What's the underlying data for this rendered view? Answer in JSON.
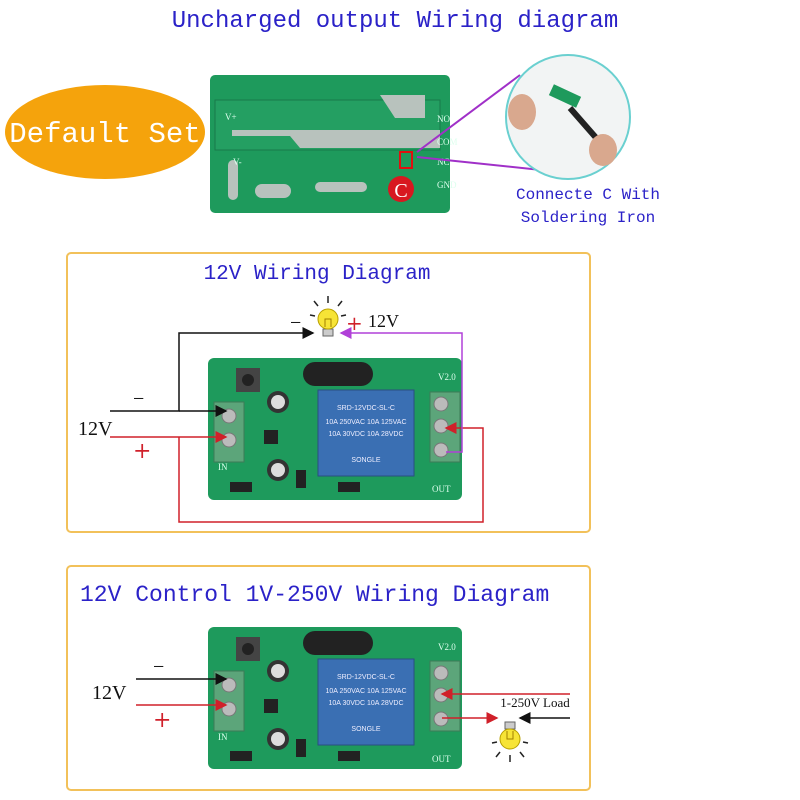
{
  "title": "Uncharged output Wiring diagram",
  "default_set": {
    "label": "Default Set",
    "color": "#f5a30c"
  },
  "top_board": {
    "pin_labels": [
      "V+",
      "V-",
      "NO",
      "COM",
      "NC",
      "GND"
    ],
    "marker": "C",
    "note_line1": "Connecte C With",
    "note_line2": "Soldering Iron"
  },
  "diagram_12v": {
    "title": "12V Wiring Diagram",
    "supply_label": "12V",
    "minus": "−",
    "plus": "+",
    "lamp_minus": "−",
    "lamp_plus": "+",
    "lamp_label": "12V",
    "relay_text": [
      "SRD-12VDC-SL-C",
      "10A 250VAC 10A 125VAC",
      "10A 30VDC 10A 28VDC",
      "SONGLE"
    ],
    "board_labels": [
      "IN",
      "OUT",
      "V2.0"
    ]
  },
  "diagram_control": {
    "title": "12V Control 1V-250V Wiring Diagram",
    "supply_label": "12V",
    "minus": "−",
    "plus": "+",
    "load_label": "1-250V Load",
    "relay_text": [
      "SRD-12VDC-SL-C",
      "10A 250VAC 10A 125VAC",
      "10A 30VDC 10A 28VDC",
      "SONGLE"
    ],
    "board_labels": [
      "IN",
      "OUT",
      "V2.0"
    ]
  },
  "colors": {
    "title_blue": "#2b22c8",
    "frame": "#f2c15a",
    "pcb_green": "#1e9a5c",
    "wire_red": "#d0202a",
    "wire_purple": "#b040d8",
    "bulb_yellow": "#f7e436"
  }
}
